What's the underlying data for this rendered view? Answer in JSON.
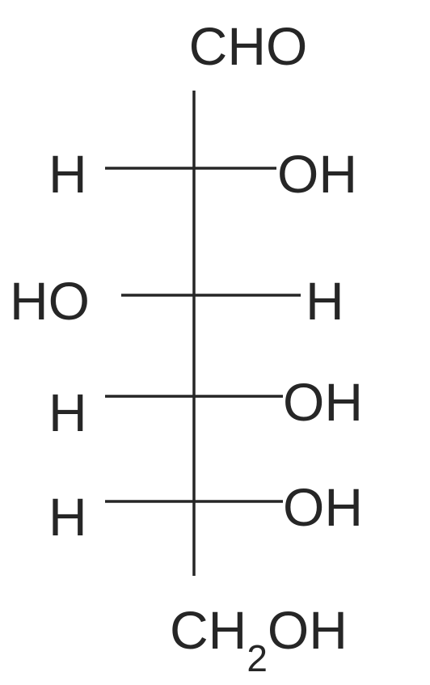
{
  "molecule": {
    "top_group": "CHO",
    "bottom_group": {
      "main": "CH",
      "subscript": "2",
      "tail": "OH"
    },
    "rows": [
      {
        "left": "H",
        "right": "OH"
      },
      {
        "left": "HO",
        "right": "H"
      },
      {
        "left": "H",
        "right": "OH"
      },
      {
        "left": "H",
        "right": "OH"
      }
    ]
  },
  "colors": {
    "ink": "#262626",
    "background": "#ffffff"
  }
}
